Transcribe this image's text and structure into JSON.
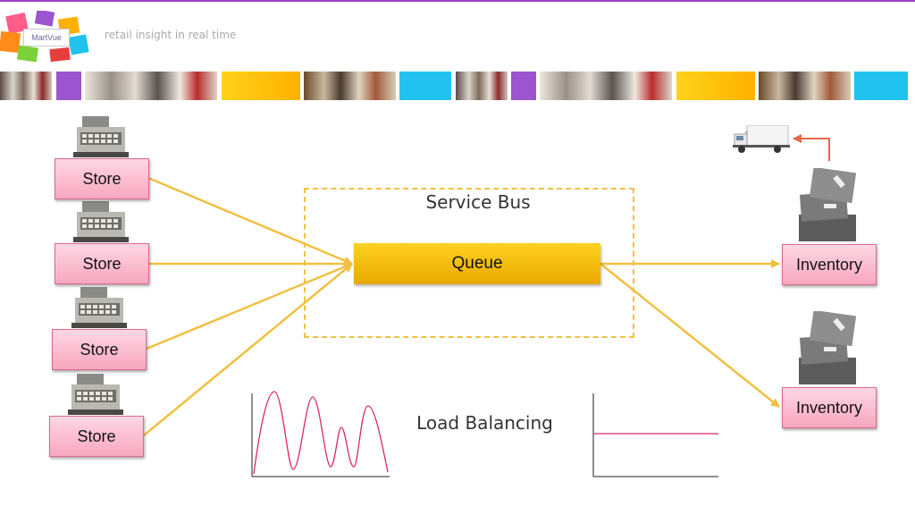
{
  "header": {
    "logo_text": "MartVue",
    "tagline": "retail insight in real time"
  },
  "colors": {
    "accent_purple": "#9b55cf",
    "accent_yellow": "#ffc107",
    "accent_cyan": "#22c2ee",
    "store_pink": "#f7a7c0",
    "arrow": "#f0c040",
    "wave": "#d8286a"
  },
  "diagram": {
    "stores": [
      "Store",
      "Store",
      "Store",
      "Store"
    ],
    "service_bus_label": "Service Bus",
    "queue_label": "Queue",
    "inventories": [
      "Inventory",
      "Inventory"
    ],
    "load_balancing_label": "Load Balancing"
  },
  "icons": [
    "cash-register-icon",
    "box-pile-icon",
    "delivery-truck-icon",
    "return-arrow-icon"
  ]
}
